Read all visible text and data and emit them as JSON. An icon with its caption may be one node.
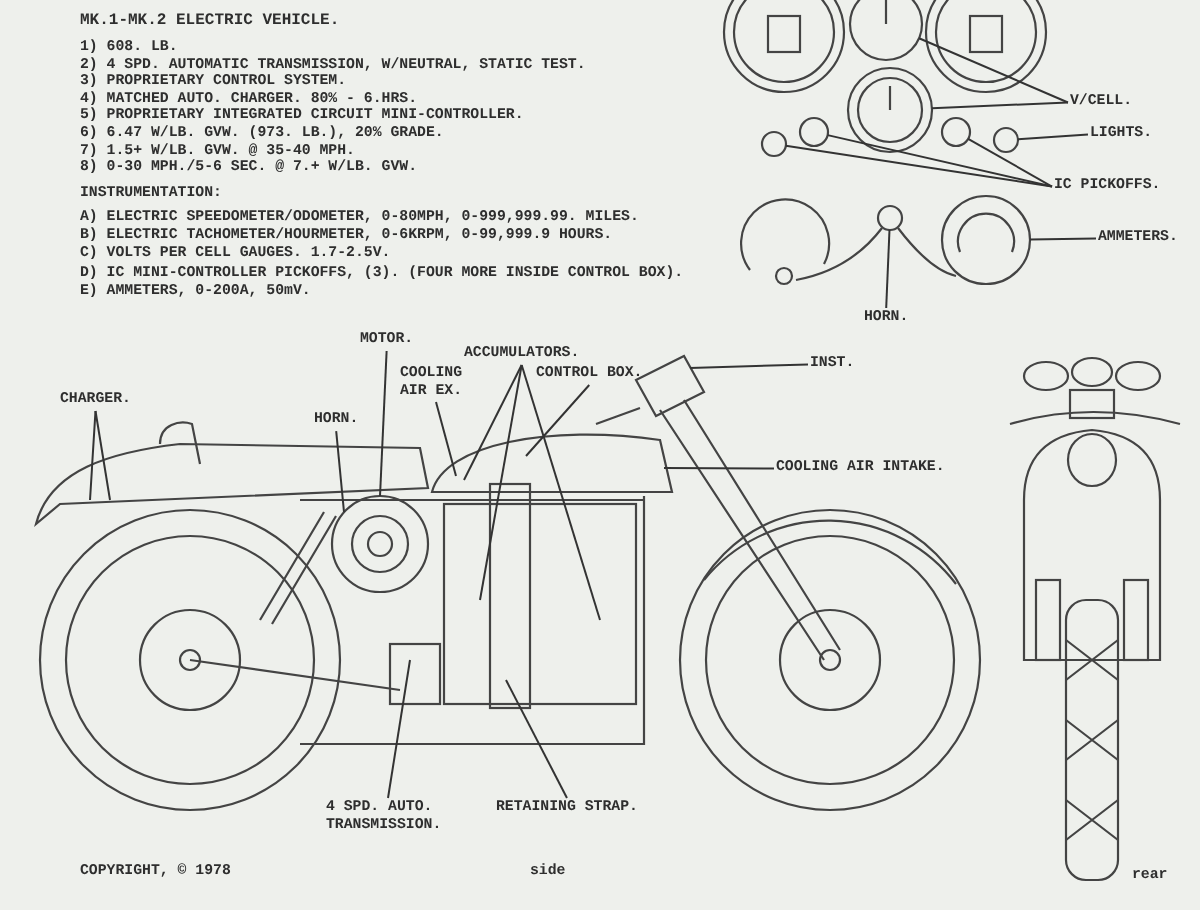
{
  "diagram": {
    "title": "MK.1-MK.2 ELECTRIC VEHICLE.",
    "nodes": [
      {
        "text": [
          "V/CELL."
        ]
      },
      {
        "text": [
          "LIGHTS."
        ]
      },
      {
        "text": [
          "IC PICKOFFS."
        ]
      },
      {
        "text": [
          "AMMETERS."
        ]
      },
      {
        "text": [
          "HORN."
        ]
      },
      {
        "text": [
          "MOTOR."
        ]
      },
      {
        "text": [
          "ACCUMULATORS."
        ]
      },
      {
        "text": [
          "COOLING AIR EX."
        ]
      },
      {
        "text": [
          "CONTROL BOX."
        ]
      },
      {
        "text": [
          "INST."
        ]
      },
      {
        "text": [
          "CHARGER."
        ]
      },
      {
        "text": [
          "HORN."
        ]
      },
      {
        "text": [
          "COOLING AIR INTAKE."
        ]
      },
      {
        "text": [
          "4 SPD. AUTO. TRANSMISSION."
        ]
      },
      {
        "text": [
          "RETAINING STRAP."
        ]
      },
      {
        "text": [],
        "shape": "circle"
      },
      {
        "text": [],
        "shape": "circle"
      },
      {
        "text": [],
        "shape": "circle"
      },
      {
        "text": [],
        "shape": "circle"
      },
      {
        "text": [],
        "shape": "circle"
      },
      {
        "text": [],
        "shape": "circle"
      },
      {
        "text": [],
        "shape": "circle"
      },
      {
        "text": [],
        "shape": "circle"
      }
    ],
    "edges": [
      {
        "from": 0,
        "to": 18,
        "arrow": "none"
      },
      {
        "from": 0,
        "to": 17,
        "arrow": "none"
      },
      {
        "from": 1,
        "to": 22,
        "arrow": "none"
      },
      {
        "from": 2,
        "to": 15,
        "arrow": "none"
      },
      {
        "from": 2,
        "to": 16,
        "arrow": "none"
      },
      {
        "from": 2,
        "to": 20,
        "arrow": "none"
      },
      {
        "from": 3,
        "to": 21,
        "arrow": "none"
      },
      {
        "from": 4,
        "to": 19,
        "arrow": "none"
      },
      {
        "from": 5,
        "to": null,
        "arrow": "none"
      },
      {
        "from": 6,
        "to": null,
        "arrow": "none"
      },
      {
        "from": 6,
        "to": null,
        "arrow": "none"
      },
      {
        "from": 6,
        "to": null,
        "arrow": "none"
      },
      {
        "from": 7,
        "to": null,
        "arrow": "none"
      },
      {
        "from": 8,
        "to": null,
        "arrow": "none"
      },
      {
        "from": 9,
        "to": null,
        "arrow": "none"
      },
      {
        "from": 10,
        "to": null,
        "arrow": "none"
      },
      {
        "from": 10,
        "to": null,
        "arrow": "none"
      },
      {
        "from": 11,
        "to": null,
        "arrow": "none"
      },
      {
        "from": 12,
        "to": null,
        "arrow": "none"
      },
      {
        "from": 13,
        "to": null,
        "arrow": "none"
      },
      {
        "from": 14,
        "to": null,
        "arrow": "none"
      }
    ],
    "labels": [
      "1) 608. LB.",
      "2) 4 SPD. AUTOMATIC TRANSMISSION, W/NEUTRAL, STATIC TEST.",
      "3) PROPRIETARY CONTROL SYSTEM.",
      "4) MATCHED AUTO. CHARGER. 80% - 6.HRS.",
      "5) PROPRIETARY INTEGRATED CIRCUIT MINI-CONTROLLER.",
      "6) 6.47 W/LB. GVW. (973. LB.), 20% GRADE.",
      "7) 1.5+ W/LB. GVW. @ 35-40 MPH.",
      "8) 0-30 MPH./5-6 SEC. @ 7.+ W/LB. GVW.",
      "INSTRUMENTATION:",
      "A) ELECTRIC SPEEDOMETER/ODOMETER, 0-80MPH, 0-999,999.99. MILES.",
      "B) ELECTRIC TACHOMETER/HOURMETER, 0-6KRPM, 0-99,999.9 HOURS.",
      "C) VOLTS PER CELL GAUGES. 1.7-2.5V.",
      "D) IC MINI-CONTROLLER PICKOFFS, (3). (FOUR MORE INSIDE CONTROL BOX).",
      "E) AMMETERS, 0-200A, 50mV.",
      "COPYRIGHT, © 1978",
      "side",
      "rear"
    ]
  }
}
